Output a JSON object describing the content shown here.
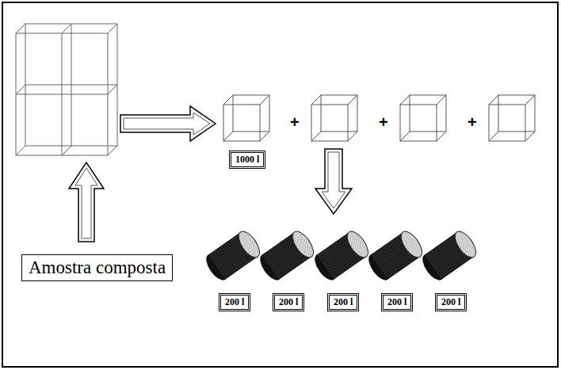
{
  "diagram": {
    "nodes": [
      {
        "text": [
          "1000 l"
        ]
      },
      {
        "text": [
          "Amostra composta"
        ]
      },
      {
        "text": [
          "200 l"
        ]
      },
      {
        "text": [
          "200 l"
        ]
      },
      {
        "text": [
          "200 l"
        ]
      },
      {
        "text": [
          "200 l"
        ]
      },
      {
        "text": [
          "200 l"
        ]
      }
    ],
    "labels": [
      "+",
      "+",
      "+"
    ]
  }
}
